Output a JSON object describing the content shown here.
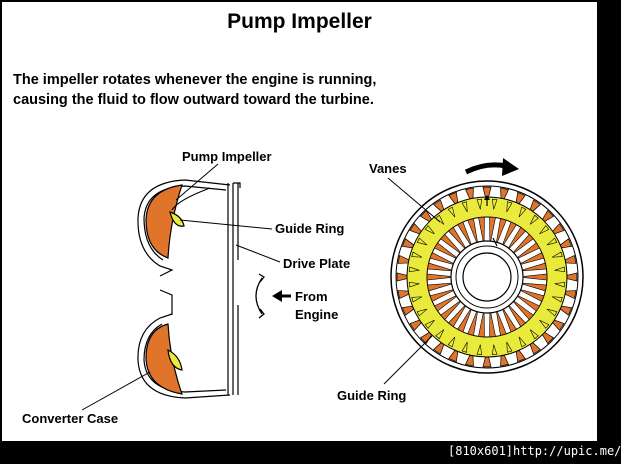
{
  "title": "Pump Impeller",
  "caption_lines": [
    "The impeller rotates whenever the engine is running,",
    "causing the fluid to flow outward toward the turbine."
  ],
  "labels": {
    "pump_impeller": "Pump Impeller",
    "guide_ring_left": "Guide Ring",
    "drive_plate": "Drive Plate",
    "from": "From",
    "engine": "Engine",
    "converter_case": "Converter Case",
    "vanes": "Vanes",
    "guide_ring_right": "Guide Ring"
  },
  "watermark": "[810x601]http://upic.me/",
  "colors": {
    "impeller_orange": "#e0742b",
    "guide_ring_yellow": "#e9ea3c",
    "vane_orange": "#e0742b",
    "outline": "#000000",
    "frame": "#000000",
    "background": "#ffffff"
  },
  "icons": [
    "rotation-arrow-icon",
    "curved-rotation-arrow-icon",
    "left-arrow-icon"
  ]
}
